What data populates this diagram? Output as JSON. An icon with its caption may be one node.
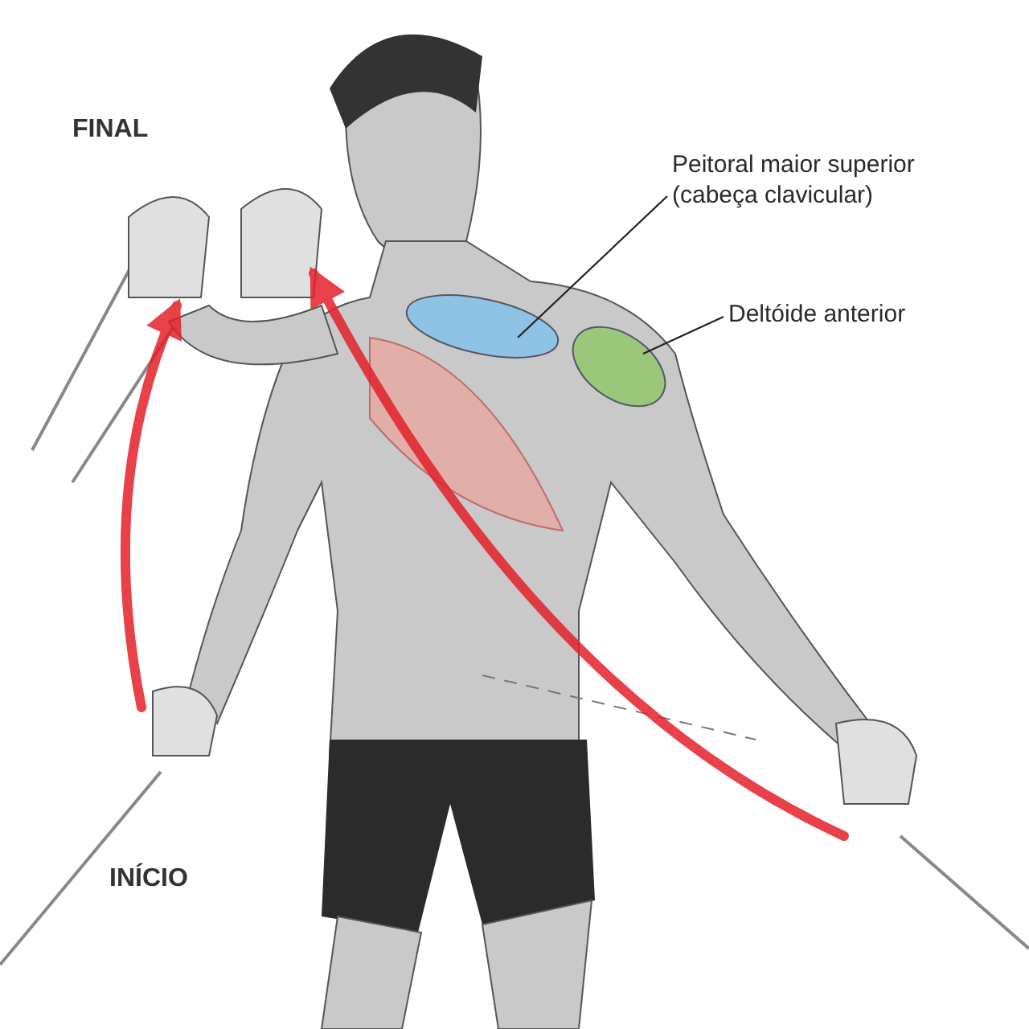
{
  "diagram": {
    "nodes": [
      {
        "text": [
          "Peitoral maior superior (cabeça clavicular)"
        ]
      },
      {
        "text": [],
        "shape": "circle"
      },
      {
        "text": [
          "Deltóide anterior"
        ]
      },
      {
        "text": [],
        "shape": "circle"
      }
    ],
    "edges": [
      {
        "from": 0,
        "to": 1,
        "arrow": "none"
      },
      {
        "from": 2,
        "to": 3,
        "arrow": "none"
      }
    ],
    "labels": [
      "FINAL",
      "INÍCIO"
    ]
  }
}
